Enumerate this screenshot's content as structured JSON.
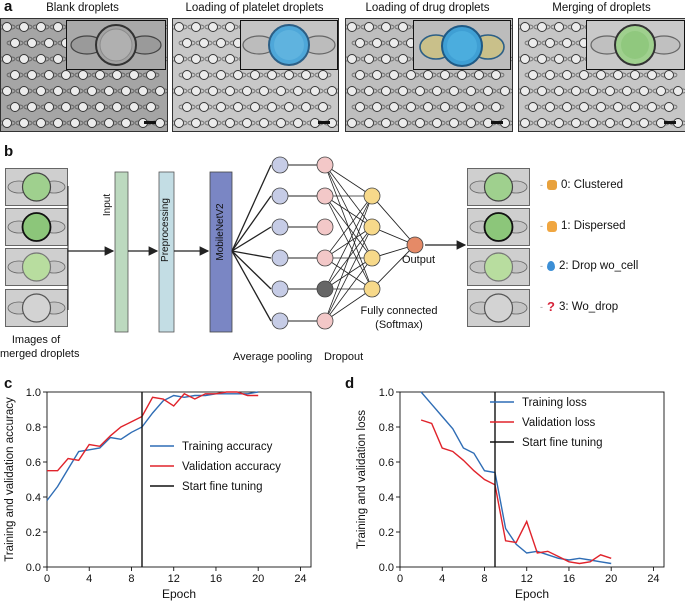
{
  "panel_a": {
    "label": "a",
    "titles": [
      "Blank droplets",
      "Loading of platelet droplets",
      "Loading of drug droplets",
      "Merging of droplets"
    ]
  },
  "panel_b": {
    "label": "b",
    "left_caption": [
      "Images of",
      "merged droplets"
    ],
    "input_label": "Input",
    "preprocessing_label": "Preprocessing",
    "backbone_label": "MobileNetV2",
    "output_label": "Output",
    "fc_label": [
      "Fully connected",
      "(Softmax)"
    ],
    "avgpool_label": "Average pooling",
    "dropout_label": "Dropout",
    "classes": [
      {
        "text": "0: Clustered",
        "icon": "fist-icon",
        "color": "#e8a13c"
      },
      {
        "text": "1: Dispersed",
        "icon": "open-hand-icon",
        "color": "#f0a640"
      },
      {
        "text": "2: Drop wo_cell",
        "icon": "droplet-icon",
        "color": "#3c8fd6"
      },
      {
        "text": "3: Wo_drop",
        "icon": "question-mark-icon",
        "color": "#d6243a"
      }
    ],
    "colors": {
      "input": "#bcd9bf",
      "preprocessing": "#c3dde4",
      "backbone": "#7a86c4",
      "node_blue": "#c6cce6",
      "node_pink": "#f3c8c8",
      "node_yellow": "#f7d98a",
      "node_output": "#e58a67",
      "node_dropped": "#666666"
    }
  },
  "chart_data": [
    {
      "panel": "c",
      "type": "line",
      "xlabel": "Epoch",
      "ylabel": "Training and validation accuracy",
      "xlim": [
        0,
        25
      ],
      "ylim": [
        0,
        1.0
      ],
      "xticks": [
        "0",
        "4",
        "8",
        "12",
        "16",
        "20",
        "24"
      ],
      "yticks": [
        "0.0",
        "0.2",
        "0.4",
        "0.6",
        "0.8",
        "1.0"
      ],
      "legend_position": "center-right",
      "vline_x": 9,
      "series": [
        {
          "name": "Training accuracy",
          "color": "#2f6db5",
          "x": [
            0,
            1,
            2,
            3,
            4,
            5,
            6,
            7,
            8,
            9,
            10,
            11,
            12,
            13,
            14,
            15,
            16,
            17,
            18,
            19,
            20
          ],
          "y": [
            0.38,
            0.46,
            0.56,
            0.66,
            0.67,
            0.68,
            0.74,
            0.73,
            0.77,
            0.8,
            0.88,
            0.95,
            0.98,
            0.97,
            0.98,
            0.98,
            0.99,
            0.99,
            0.99,
            0.99,
            1.0
          ]
        },
        {
          "name": "Validation accuracy",
          "color": "#e0232b",
          "x": [
            0,
            1,
            2,
            3,
            4,
            5,
            6,
            7,
            8,
            9,
            10,
            11,
            12,
            13,
            14,
            15,
            16,
            17,
            18,
            19,
            20
          ],
          "y": [
            0.55,
            0.55,
            0.62,
            0.61,
            0.7,
            0.69,
            0.75,
            0.8,
            0.83,
            0.86,
            0.97,
            0.96,
            0.92,
            0.99,
            0.96,
            0.99,
            0.99,
            1.0,
            1.0,
            0.98,
            0.98
          ]
        },
        {
          "name": "Start fine tuning",
          "color": "#111111",
          "x": [
            9,
            9
          ],
          "y": [
            0,
            1.0
          ]
        }
      ]
    },
    {
      "panel": "d",
      "type": "line",
      "xlabel": "Epoch",
      "ylabel": "Training and validation loss",
      "xlim": [
        0,
        25
      ],
      "ylim": [
        0,
        1.0
      ],
      "xticks": [
        "0",
        "4",
        "8",
        "12",
        "16",
        "20",
        "24"
      ],
      "yticks": [
        "0.0",
        "0.2",
        "0.4",
        "0.6",
        "0.8",
        "1.0"
      ],
      "legend_position": "top-right",
      "vline_x": 9,
      "series": [
        {
          "name": "Training loss",
          "color": "#2f6db5",
          "x": [
            2,
            3,
            4,
            5,
            6,
            7,
            8,
            9,
            10,
            11,
            12,
            13,
            14,
            15,
            16,
            17,
            18,
            19,
            20
          ],
          "y": [
            1.0,
            0.93,
            0.86,
            0.79,
            0.68,
            0.65,
            0.55,
            0.54,
            0.22,
            0.13,
            0.08,
            0.09,
            0.07,
            0.05,
            0.04,
            0.05,
            0.04,
            0.03,
            0.02
          ]
        },
        {
          "name": "Validation loss",
          "color": "#e0232b",
          "x": [
            2,
            3,
            4,
            5,
            6,
            7,
            8,
            9,
            10,
            11,
            12,
            13,
            14,
            15,
            16,
            17,
            18,
            19,
            20
          ],
          "y": [
            0.84,
            0.82,
            0.68,
            0.66,
            0.61,
            0.55,
            0.5,
            0.47,
            0.15,
            0.14,
            0.26,
            0.08,
            0.09,
            0.06,
            0.03,
            0.02,
            0.03,
            0.07,
            0.05
          ]
        },
        {
          "name": "Start fine tuning",
          "color": "#111111",
          "x": [
            9,
            9
          ],
          "y": [
            0,
            1.0
          ]
        }
      ]
    }
  ]
}
